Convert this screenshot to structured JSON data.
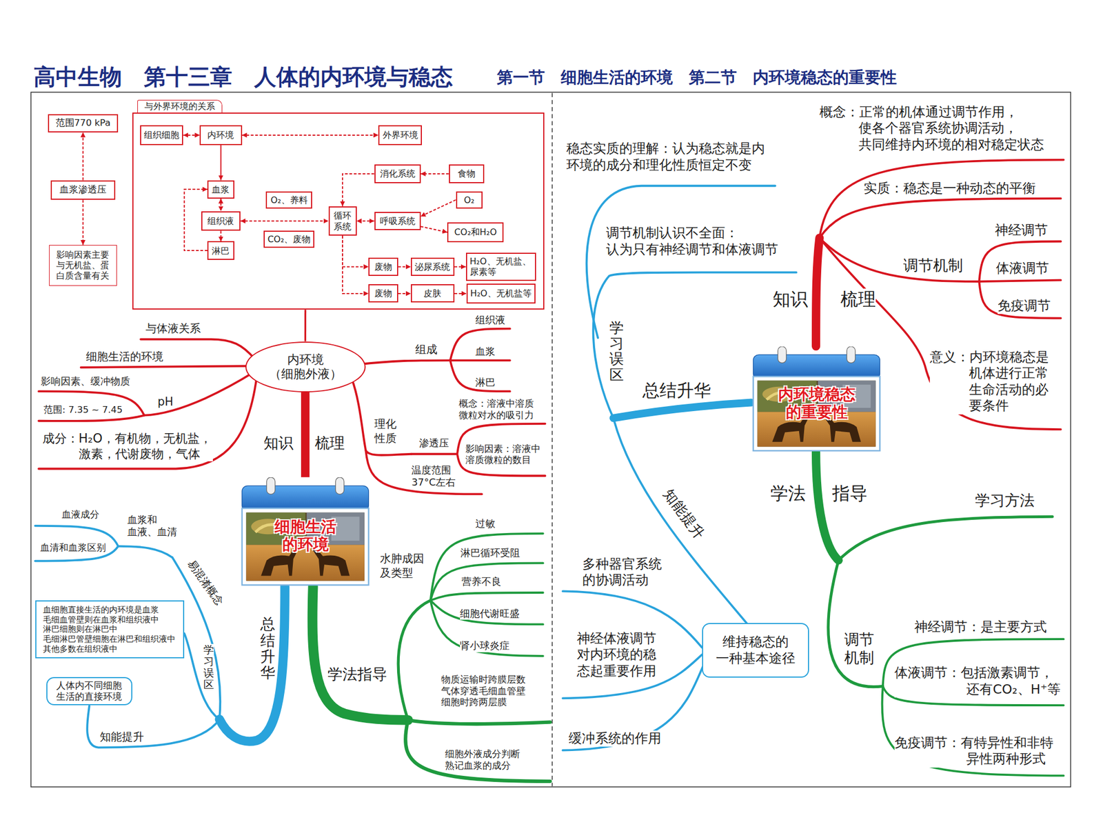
{
  "diagram": {
    "title": "高中生物　第十三章　人体的内环境与稳态",
    "nodes": [
      {
        "text": [
          "范围770 kPa"
        ]
      },
      {
        "text": [
          "血浆渗透压"
        ]
      },
      {
        "text": [
          "影响因素主要 与无机盐、蛋 白质含量有关"
        ]
      },
      {
        "text": [
          "与外界环境的关系"
        ]
      },
      {
        "text": [
          "组织细胞"
        ],
        "in": 3
      },
      {
        "text": [
          "内环境"
        ],
        "in": 3
      },
      {
        "text": [
          "外界环境"
        ],
        "in": 3
      },
      {
        "text": [
          "血浆"
        ],
        "in": 3
      },
      {
        "text": [
          "组织液"
        ],
        "in": 3
      },
      {
        "text": [
          "淋巴"
        ],
        "in": 3
      },
      {
        "text": [
          "O₂、养料"
        ],
        "in": 3
      },
      {
        "text": [
          "CO₂、废物"
        ],
        "in": 3
      },
      {
        "text": [
          "循环 系统"
        ],
        "in": 3
      },
      {
        "text": [
          "消化系统"
        ],
        "in": 3
      },
      {
        "text": [
          "食物"
        ],
        "in": 3
      },
      {
        "text": [
          "呼吸系统"
        ],
        "in": 3
      },
      {
        "text": [
          "O₂"
        ],
        "in": 3
      },
      {
        "text": [
          "CO₂和H₂O"
        ],
        "in": 3
      },
      {
        "text": [
          "废物"
        ],
        "in": 3
      },
      {
        "text": [
          "泌尿系统"
        ],
        "in": 3
      },
      {
        "text": [
          "H₂O、无机盐、 尿素等"
        ],
        "in": 3
      },
      {
        "text": [
          "废物"
        ],
        "in": 3
      },
      {
        "text": [
          "皮肤"
        ],
        "in": 3
      },
      {
        "text": [
          "H₂O、无机盐等"
        ],
        "in": 3
      },
      {
        "text": [
          "内环境 （细胞外液）"
        ]
      },
      {
        "text": [
          "细胞生活 的环境"
        ]
      },
      {
        "text": [
          "血细胞直接生活的内环境是血浆 毛细血管壁则在血浆和组织液中 淋巴细胞则在淋巴中 毛细淋巴管壁细胞在淋巴和组织液中 其他多数在组织液中"
        ]
      },
      {
        "text": [
          "人体内不同细胞 生活的直接环境"
        ]
      },
      {
        "text": [
          "内环境稳态 的重要性"
        ]
      },
      {
        "text": [
          "维持稳态的 一种基本途径"
        ]
      }
    ],
    "edges": [
      {
        "from": 1,
        "to": 0,
        "arrow": "to"
      },
      {
        "from": 1,
        "to": 2,
        "arrow": "to"
      },
      {
        "from": 4,
        "to": 5,
        "arrow": "both"
      },
      {
        "from": 5,
        "to": 6,
        "arrow": "both"
      },
      {
        "from": 5,
        "to": 7,
        "arrow": "to"
      },
      {
        "from": 7,
        "to": 8,
        "arrow": "both"
      },
      {
        "from": 8,
        "to": 9,
        "arrow": "to"
      },
      {
        "from": 9,
        "to": 7,
        "arrow": "to"
      },
      {
        "from": 8,
        "to": 12,
        "arrow": "both"
      },
      {
        "from": 13,
        "to": 12,
        "arrow": "to"
      },
      {
        "from": 14,
        "to": 13,
        "arrow": "to"
      },
      {
        "from": 15,
        "to": 12,
        "arrow": "both"
      },
      {
        "from": 16,
        "to": 15,
        "arrow": "to"
      },
      {
        "from": 15,
        "to": 17,
        "arrow": "to"
      },
      {
        "from": 12,
        "to": 18,
        "arrow": "to"
      },
      {
        "from": 18,
        "to": 19,
        "arrow": "to"
      },
      {
        "from": 19,
        "to": 20,
        "arrow": "to"
      },
      {
        "from": 12,
        "to": 21,
        "arrow": "to"
      },
      {
        "from": 21,
        "to": 22,
        "arrow": "to"
      },
      {
        "from": 22,
        "to": 23,
        "arrow": "to"
      },
      {
        "from": 3,
        "to": 24,
        "arrow": "none"
      },
      {
        "from": 24,
        "to": 25,
        "arrow": "none"
      }
    ],
    "labels": [
      "第一节　细胞生活的环境　第二节　内环境稳态的重要性",
      "与体液关系",
      "细胞生活的环境",
      "影响因素、缓冲物质",
      "pH",
      "范围: 7.35 ~ 7.45",
      "成分：H₂O，有机物，无机盐， 激素，代谢废物，气体",
      "组成",
      "组织液",
      "血浆",
      "淋巴",
      "理化 性质",
      "概念：溶液中溶质 微粒对水的吸引力",
      "渗透压",
      "影响因素：溶液中 溶质微粒的数目",
      "温度范围 37°C左右",
      "知识",
      "梳理",
      "血液成分",
      "血浆和 血液、血清",
      "血清和血浆区别",
      "易混淆概念",
      "学习误区",
      "总结升华",
      "知能提升",
      "学法指导",
      "水肿成因 及类型",
      "过敏",
      "淋巴循环受阻",
      "营养不良",
      "细胞代谢旺盛",
      "肾小球炎症",
      "物质运输时跨膜层数 气体穿透毛细血管壁 细胞时跨两层膜",
      "细胞外液成分判断 熟记血浆的成分",
      "稳态实质的理解：认为稳态就是内 环境的成分和理化性质恒定不变",
      "调节机制认识不全面： 认为只有神经调节和体液调节",
      "学习误区",
      "总结升华",
      "知能提升",
      "多种器官系统 的协调活动",
      "神经体液调节 对内环境的稳 态起重要作用",
      "缓冲系统的作用",
      "概念：正常的机体通过调节作用， 使各个器官系统协调活动， 共同维持内环境的相对稳定状态",
      "实质：稳态是一种动态的平衡",
      "知识",
      "梳理",
      "调节机制",
      "神经调节",
      "体液调节",
      "免疫调节",
      "意义：内环境稳态是 机体进行正常 生命活动的必 要条件",
      "学法",
      "指导",
      "学习方法",
      "调节 机制",
      "神经调节：是主要方式",
      "体液调节：包括激素调节， 还有CO₂、H⁺等",
      "免疫调节：有特异性和非特 异性两种形式"
    ]
  }
}
